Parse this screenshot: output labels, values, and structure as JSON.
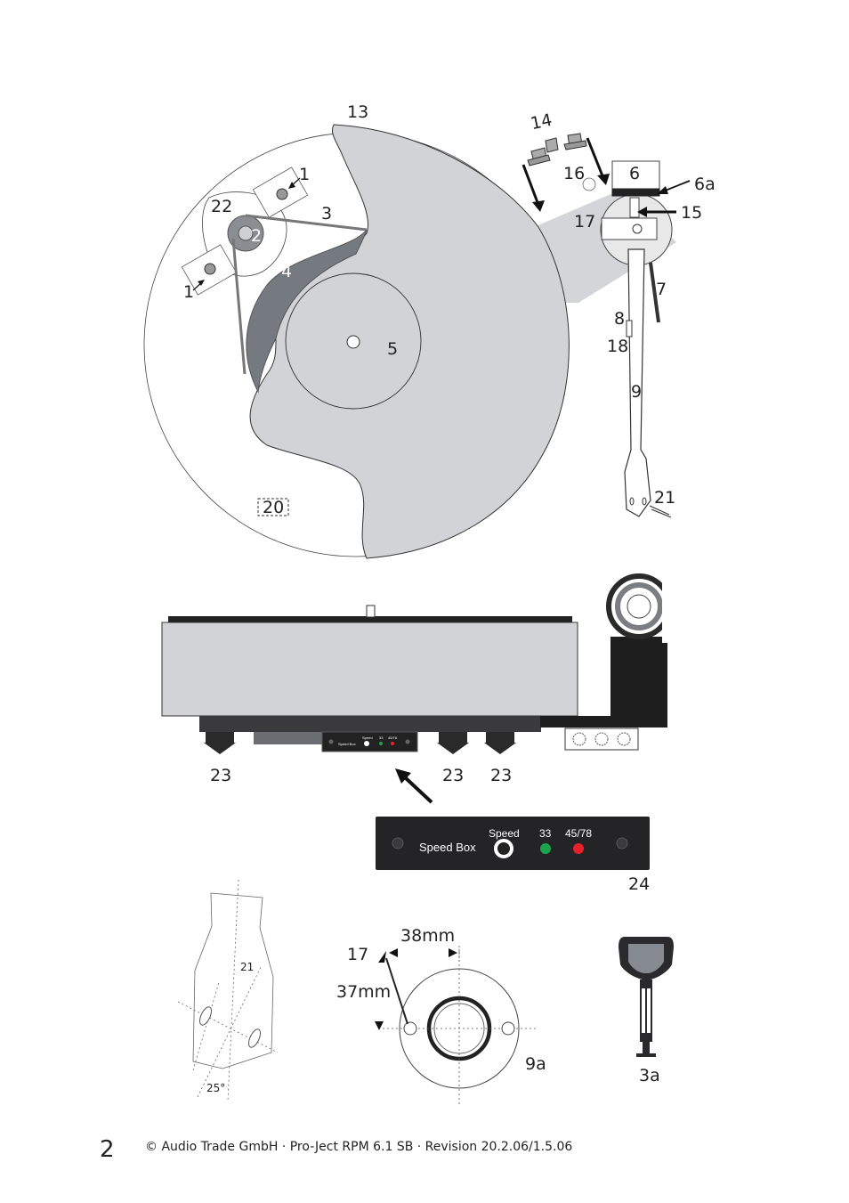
{
  "callouts": {
    "c13": "13",
    "c14": "14",
    "c1a": "1",
    "c1b": "1",
    "c22": "22",
    "c3": "3",
    "c2": "2",
    "c4": "4",
    "c5": "5",
    "c16": "16",
    "c6": "6",
    "c6a": "6a",
    "c15": "15",
    "c17": "17",
    "c7": "7",
    "c8": "8",
    "c18": "18",
    "c9": "9",
    "c21": "21",
    "c20": "20",
    "c23a": "23",
    "c23b": "23",
    "c23c": "23",
    "c24": "24",
    "c21b": "21",
    "c25deg": "25°",
    "c17b": "17",
    "c38mm": "38mm",
    "c37mm": "37mm",
    "c9a": "9a",
    "c3a": "3a"
  },
  "speed_box": {
    "title": "Speed Box",
    "speed_label": "Speed",
    "led_33_label": "33",
    "led_4578_label": "45/78",
    "led_33_color": "#1aa34a",
    "led_4578_color": "#e8202a"
  },
  "footer": {
    "page_number": "2",
    "text": "© Audio Trade GmbH · Pro-Ject RPM 6.1 SB · Revision 20.2.06/1.5.06"
  }
}
